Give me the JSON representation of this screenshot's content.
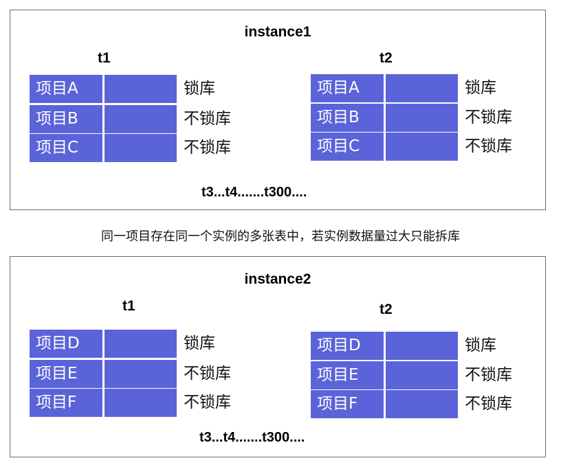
{
  "caption": "同一项目存在同一个实例的多张表中，若实例数据量过大只能拆库",
  "instances": [
    {
      "name": "instance1",
      "more": "t3...t4.......t300....",
      "tables": [
        {
          "name": "t1",
          "rows": [
            {
              "item": "项目A",
              "lock": "锁库"
            },
            {
              "item": "项目B",
              "lock": "不锁库"
            },
            {
              "item": "项目C",
              "lock": "不锁库"
            }
          ]
        },
        {
          "name": "t2",
          "rows": [
            {
              "item": "项目A",
              "lock": "锁库"
            },
            {
              "item": "项目B",
              "lock": "不锁库"
            },
            {
              "item": "项目C",
              "lock": "不锁库"
            }
          ]
        }
      ]
    },
    {
      "name": "instance2",
      "more": "t3...t4.......t300....",
      "tables": [
        {
          "name": "t1",
          "rows": [
            {
              "item": "项目D",
              "lock": "锁库"
            },
            {
              "item": "项目E",
              "lock": "不锁库"
            },
            {
              "item": "项目F",
              "lock": "不锁库"
            }
          ]
        },
        {
          "name": "t2",
          "rows": [
            {
              "item": "项目D",
              "lock": "锁库"
            },
            {
              "item": "项目E",
              "lock": "不锁库"
            },
            {
              "item": "项目F",
              "lock": "不锁库"
            }
          ]
        }
      ]
    }
  ],
  "colors": {
    "cell_fill": "#5b63d9",
    "cell_text": "#ffffff",
    "box_border": "#5d6e8a"
  }
}
